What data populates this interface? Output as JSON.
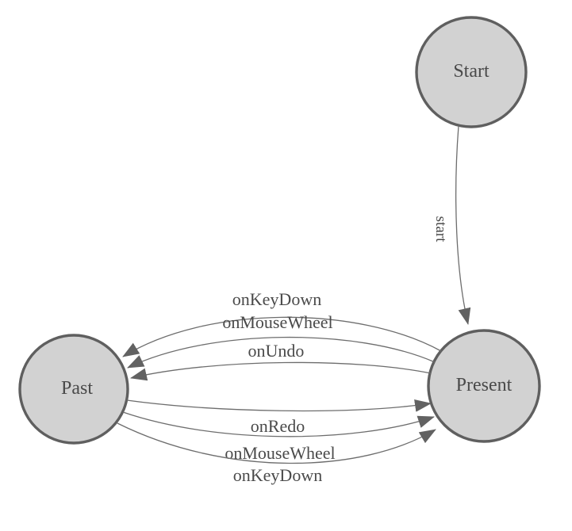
{
  "diagram": {
    "type": "state-machine",
    "colors": {
      "background": "#ffffff",
      "node_fill": "#d2d2d2",
      "node_border": "#5f5f5f",
      "edge_line": "#6d6d6d",
      "arrowhead": "#626262",
      "label_text": "#4a4a4a"
    },
    "nodes": [
      {
        "id": "start",
        "label": "Start"
      },
      {
        "id": "present",
        "label": "Present"
      },
      {
        "id": "past",
        "label": "Past"
      }
    ],
    "edges": [
      {
        "id": "start-to-present",
        "from": "start",
        "to": "present",
        "label": "start"
      },
      {
        "id": "present-to-past-keydown",
        "from": "present",
        "to": "past",
        "label": "onKeyDown"
      },
      {
        "id": "present-to-past-mousewheel",
        "from": "present",
        "to": "past",
        "label": "onMouseWheel"
      },
      {
        "id": "present-to-past-undo",
        "from": "present",
        "to": "past",
        "label": "onUndo"
      },
      {
        "id": "past-to-present-redo",
        "from": "past",
        "to": "present",
        "label": "onRedo"
      },
      {
        "id": "past-to-present-mousewheel",
        "from": "past",
        "to": "present",
        "label": "onMouseWheel"
      },
      {
        "id": "past-to-present-keydown",
        "from": "past",
        "to": "present",
        "label": "onKeyDown"
      }
    ]
  }
}
